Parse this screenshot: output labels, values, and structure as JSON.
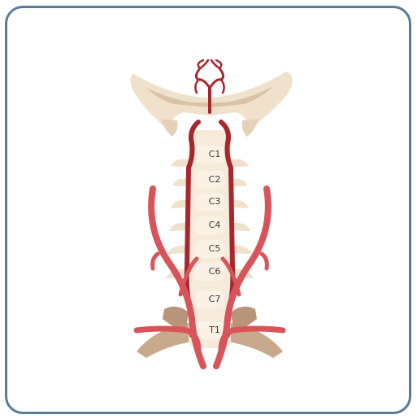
{
  "diagram": {
    "vertebrae": [
      {
        "label": "C1"
      },
      {
        "label": "C2"
      },
      {
        "label": "C3"
      },
      {
        "label": "C4"
      },
      {
        "label": "C5"
      },
      {
        "label": "C6"
      },
      {
        "label": "C7"
      },
      {
        "label": "T1"
      }
    ],
    "colors": {
      "frame": "#5a7b99",
      "bone": "#efe1cc",
      "bone_shadow": "#d9c3a7",
      "vertebra_body": "#fbf1e4",
      "artery": "#d9545a",
      "artery_dark": "#a8262c",
      "shoulder_bone": "#b8957a"
    }
  }
}
